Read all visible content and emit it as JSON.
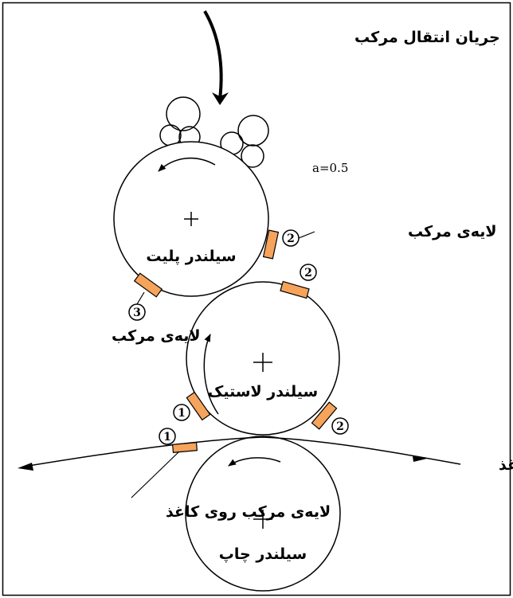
{
  "ink_flow_label": "جریان انتقال مرکب",
  "param_label": "a=0.5",
  "cylinders": {
    "plate": "سیلندر پلیت",
    "blanket": "سیلندر لاستیک",
    "impression": "سیلندر چاپ"
  },
  "ink_layer_label_right": "لایه‌ی مرکب",
  "ink_layer_label_left": "لایه‌ی مرکب",
  "ink_on_paper_label": "لایه‌ی مرکب روی کاغذ",
  "paper_label": "کاغذ",
  "markers": {
    "plate_right": "2",
    "plate_bottom_left": "3",
    "blanket_top": "2",
    "blanket_left": "1",
    "blanket_right": "2",
    "paper_left": "1"
  },
  "colors": {
    "ink_layer": "#f6a35c",
    "stroke": "#000000"
  }
}
